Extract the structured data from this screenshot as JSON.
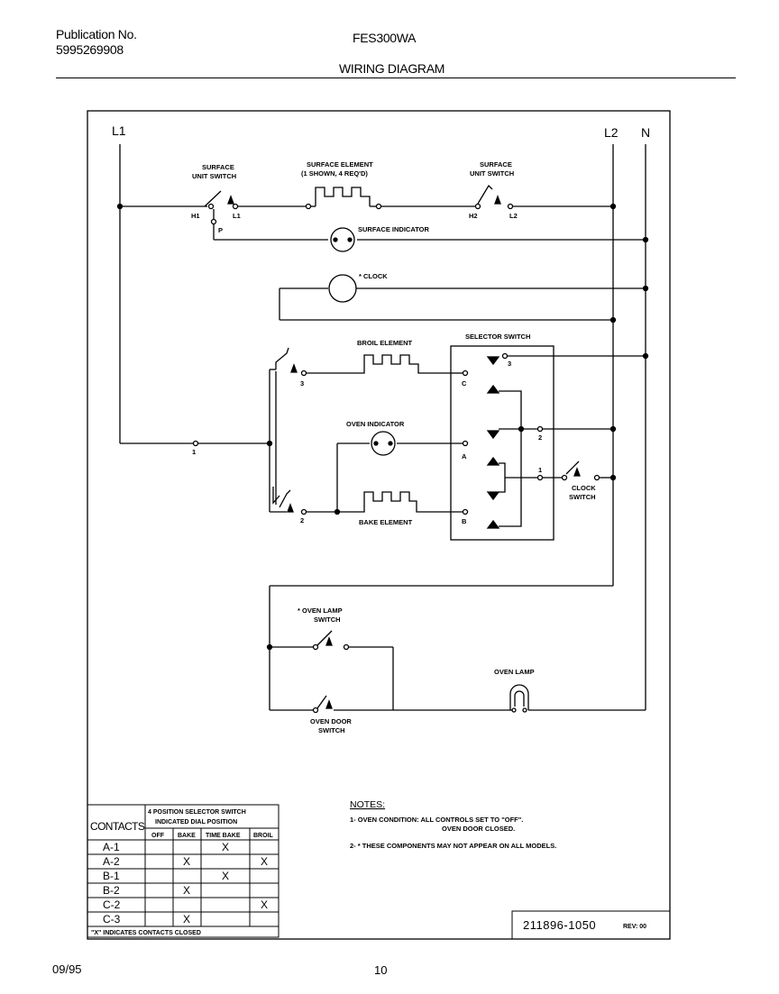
{
  "header": {
    "publication_label": "Publication No.",
    "publication_number": "5995269908",
    "model": "FES300WA",
    "title": "WIRING DIAGRAM"
  },
  "diagram": {
    "line_l1": "L1",
    "line_l2": "L2",
    "line_n": "N",
    "surface_unit_switch_left": [
      "SURFACE",
      "UNIT SWITCH"
    ],
    "surface_element": [
      "SURFACE ELEMENT",
      "(1 SHOWN, 4 REQ'D)"
    ],
    "surface_unit_switch_right": [
      "SURFACE",
      "UNIT SWITCH"
    ],
    "term_h1": "H1",
    "term_l1": "L1",
    "term_p": "P",
    "term_h2": "H2",
    "term_l2": "L2",
    "surface_indicator": "SURFACE INDICATOR",
    "clock": "* CLOCK",
    "broil_element": "BROIL ELEMENT",
    "selector_switch": "SELECTOR SWITCH",
    "oven_indicator": "OVEN INDICATOR",
    "bake_element": "BAKE ELEMENT",
    "clock_switch": [
      "CLOCK",
      "SWITCH"
    ],
    "thermostat_terminals": [
      "1",
      "2",
      "3"
    ],
    "selector_contacts": [
      "A",
      "B",
      "C"
    ],
    "selector_positions": [
      "1",
      "2",
      "3"
    ],
    "oven_lamp_switch": [
      "* OVEN LAMP",
      "SWITCH"
    ],
    "oven_lamp": "OVEN LAMP",
    "oven_door_switch": [
      "OVEN DOOR",
      "SWITCH"
    ]
  },
  "contacts_table": {
    "row_header": "CONTACTS",
    "group_header": [
      "4 POSITION SELECTOR SWITCH",
      "INDICATED DIAL POSITION"
    ],
    "columns": [
      "OFF",
      "BAKE",
      "TIME BAKE",
      "BROIL"
    ],
    "rows": [
      {
        "contact": "A-1",
        "marks": [
          "",
          "",
          "X",
          ""
        ]
      },
      {
        "contact": "A-2",
        "marks": [
          "",
          "X",
          "",
          "X"
        ]
      },
      {
        "contact": "B-1",
        "marks": [
          "",
          "",
          "X",
          ""
        ]
      },
      {
        "contact": "B-2",
        "marks": [
          "",
          "X",
          "",
          ""
        ]
      },
      {
        "contact": "C-2",
        "marks": [
          "",
          "",
          "",
          "X"
        ]
      },
      {
        "contact": "C-3",
        "marks": [
          "",
          "X",
          "",
          ""
        ]
      }
    ],
    "footnote": "\"X\" INDICATES CONTACTS CLOSED"
  },
  "notes": {
    "heading": "NOTES:",
    "items": [
      "1- OVEN CONDITION: ALL CONTROLS SET TO \"OFF\".",
      "OVEN DOOR CLOSED.",
      "2- * THESE COMPONENTS MAY NOT APPEAR ON ALL MODELS."
    ]
  },
  "drawing_number": "211896-1050",
  "revision": "REV: 00",
  "footer": {
    "date": "09/95",
    "page": "10"
  }
}
